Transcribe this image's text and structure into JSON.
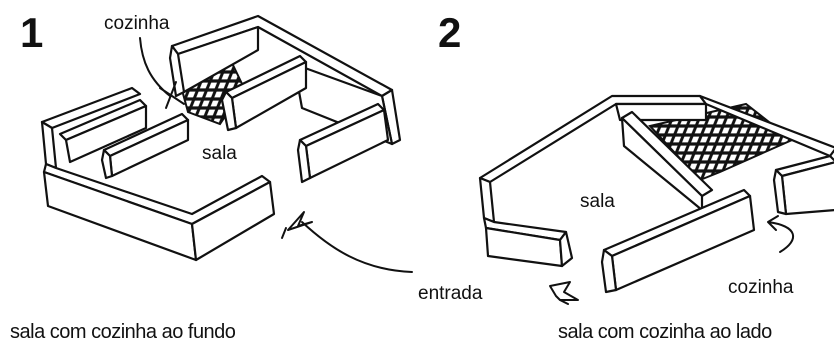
{
  "diagram_1": {
    "number": "1",
    "label_kitchen": "cozinha",
    "label_living": "sala",
    "caption": "sala com cozinha ao fundo"
  },
  "diagram_2": {
    "number": "2",
    "label_living": "sala",
    "label_kitchen": "cozinha",
    "label_entrance": "entrada",
    "caption": "sala com cozinha ao lado"
  },
  "colors": {
    "ink": "#111111",
    "paper": "#ffffff"
  },
  "icons": [
    "entrance-arrow-icon",
    "entrance-arrow-icon"
  ]
}
